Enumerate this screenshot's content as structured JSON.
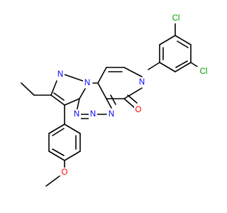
{
  "molecule": {
    "atoms": {
      "cl_top": {
        "symbol": "Cl",
        "color": "#00a000"
      },
      "cl_right": {
        "symbol": "Cl",
        "color": "#00a000"
      },
      "n_pyridone": {
        "symbol": "N",
        "color": "#0000ff"
      },
      "o_carbonyl": {
        "symbol": "O",
        "color": "#ff0000"
      },
      "n_triazine_a": {
        "symbol": "N",
        "color": "#0000ff"
      },
      "n_triazine_b": {
        "symbol": "N",
        "color": "#0000ff"
      },
      "n_triazine_c": {
        "symbol": "N",
        "color": "#0000ff"
      },
      "n_pyrazole": {
        "symbol": "N",
        "color": "#0000ff"
      },
      "o_methoxy": {
        "symbol": "O",
        "color": "#ff0000"
      }
    },
    "bond_color": "#000000"
  }
}
